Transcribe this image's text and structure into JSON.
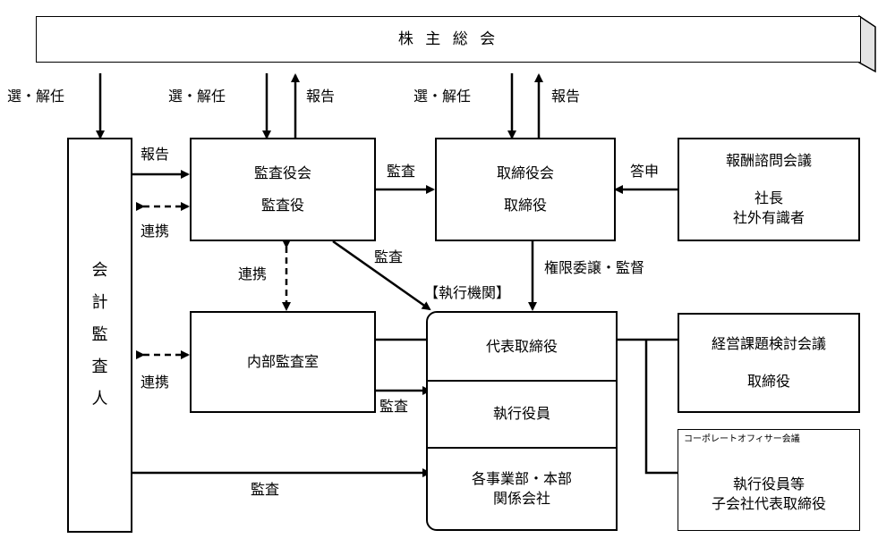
{
  "shareholders": {
    "title": "株 主 総 会"
  },
  "auditor": {
    "label": [
      "会",
      "計",
      "監",
      "査",
      "人"
    ]
  },
  "audit_board": {
    "line1": "監査役会",
    "line2": "監査役"
  },
  "board": {
    "line1": "取締役会",
    "line2": "取締役"
  },
  "compensation": {
    "title": "報酬諮問会議",
    "line1": "社長",
    "line2": "社外有識者"
  },
  "internal_audit": {
    "title": "内部監査室"
  },
  "exec": {
    "heading": "【執行機関】",
    "representative": "代表取締役",
    "officers": "執行役員",
    "divisions_line1": "各事業部・本部",
    "divisions_line2": "関係会社"
  },
  "management_council": {
    "title": "経営課題検討会議",
    "line1": "取締役"
  },
  "corporate_officer": {
    "title": "コーポレートオフィサー会議",
    "line1": "執行役員等",
    "line2": "子会社代表取締役"
  },
  "labels": {
    "elect_dismiss": "選・解任",
    "report": "報告",
    "audit": "監査",
    "cooperation": "連携",
    "reply": "答申",
    "delegation": "権限委譲・監督"
  }
}
